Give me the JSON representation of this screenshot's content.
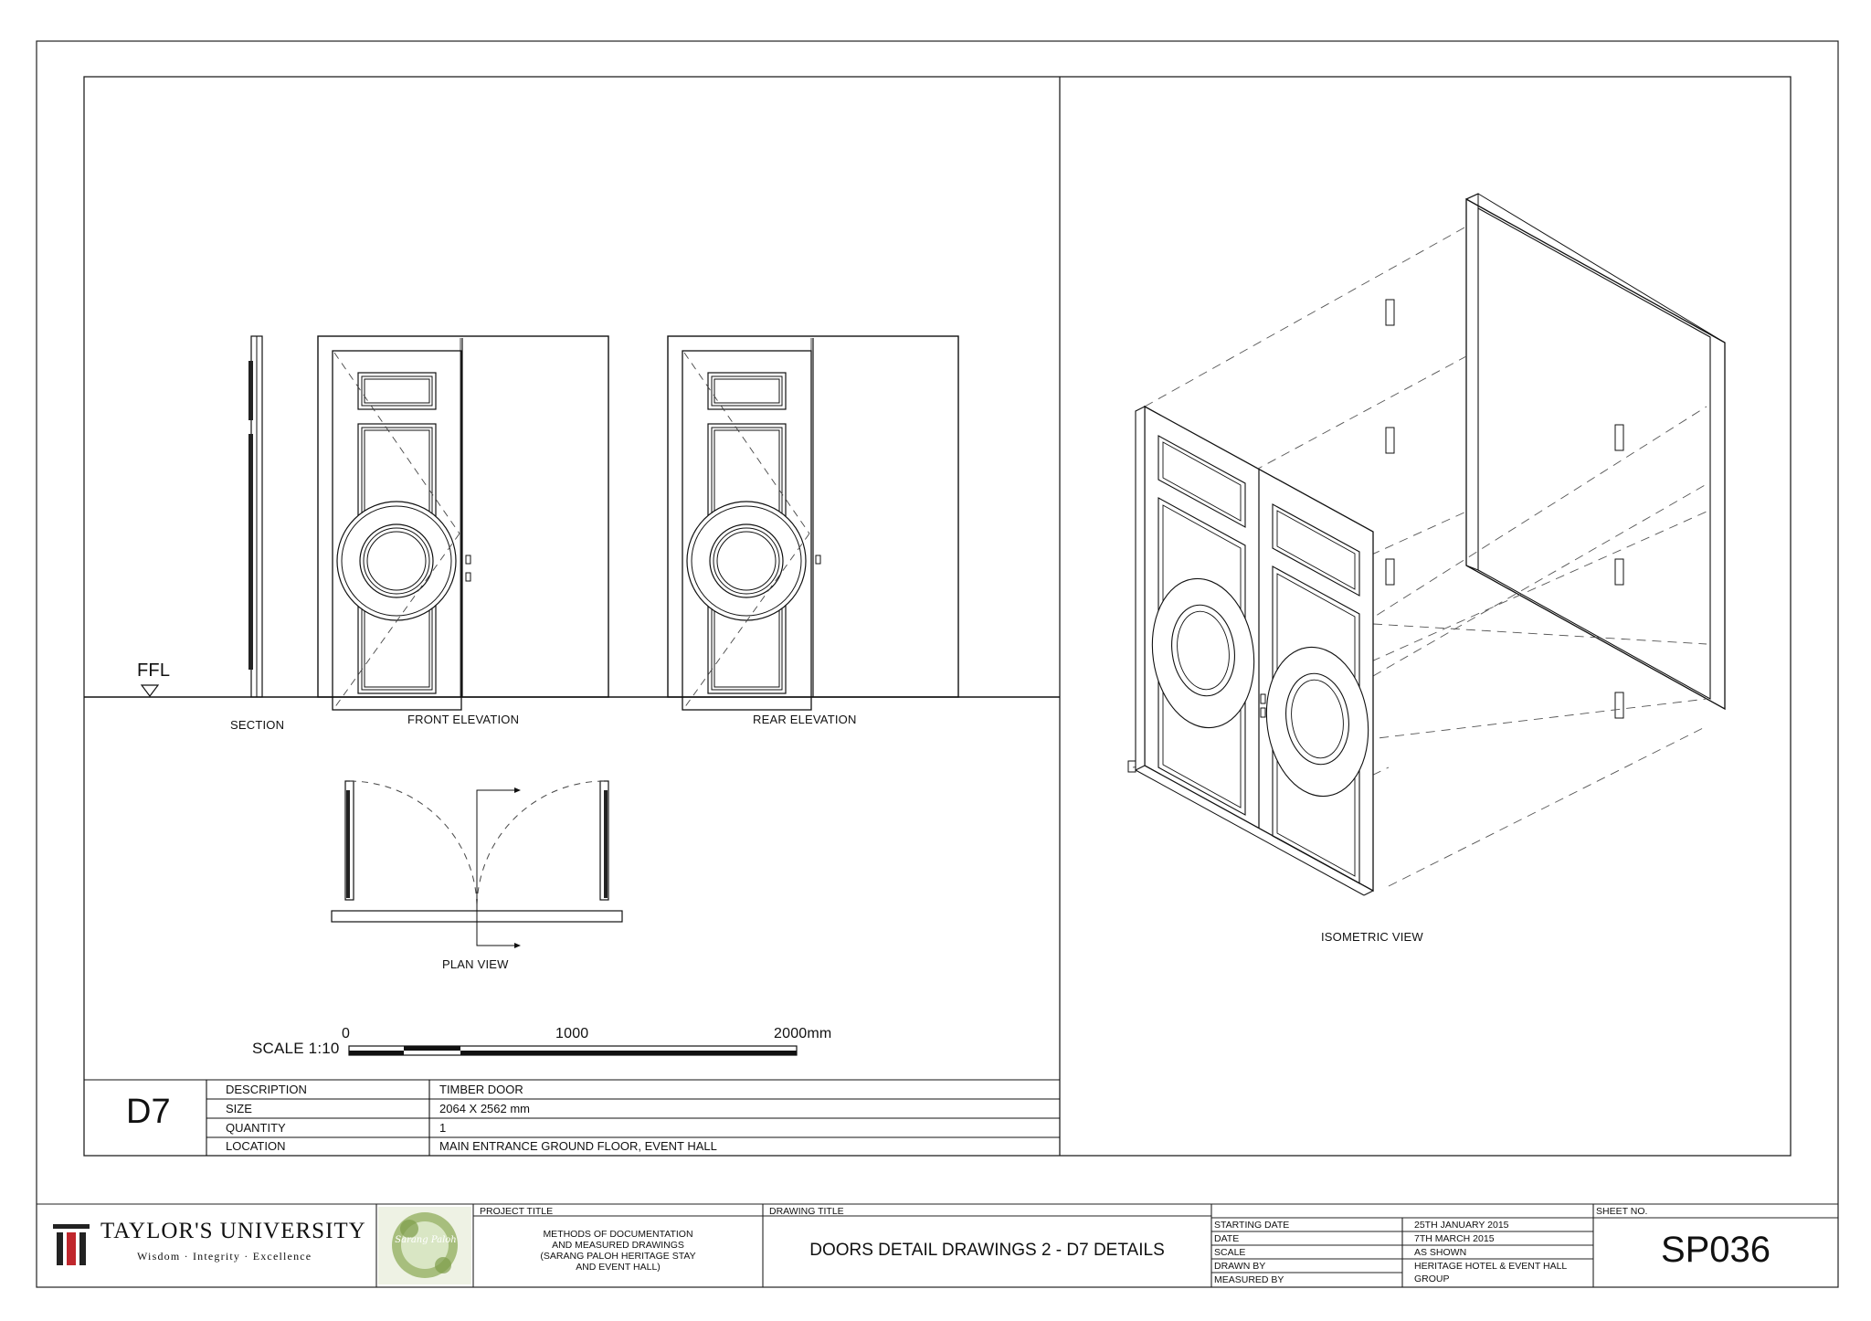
{
  "views": {
    "section": "SECTION",
    "front": "FRONT ELEVATION",
    "rear": "REAR ELEVATION",
    "plan": "PLAN VIEW",
    "iso": "ISOMETRIC VIEW",
    "ffl": "FFL"
  },
  "scale_bar": {
    "label": "SCALE 1:10",
    "tick0": "0",
    "tick1": "1000",
    "tick2": "2000mm"
  },
  "schedule": {
    "code": "D7",
    "rows": [
      {
        "key": "DESCRIPTION",
        "value": "TIMBER DOOR"
      },
      {
        "key": "SIZE",
        "value": "2064 X 2562 mm"
      },
      {
        "key": "QUANTITY",
        "value": "1"
      },
      {
        "key": "LOCATION",
        "value": "MAIN ENTRANCE GROUND FLOOR, EVENT HALL"
      }
    ]
  },
  "title_block": {
    "university": "TAYLOR'S UNIVERSITY",
    "motto": "Wisdom · Integrity · Excellence",
    "seal_text": "Sarang Paloh",
    "project_title_label": "PROJECT TITLE",
    "project_title_lines": [
      "METHODS OF DOCUMENTATION",
      "AND MEASURED DRAWINGS",
      "(SARANG PALOH HERITAGE STAY",
      "AND EVENT HALL)"
    ],
    "drawing_title_label": "DRAWING TITLE",
    "drawing_title": "DOORS DETAIL DRAWINGS 2 - D7 DETAILS",
    "info": [
      {
        "key": "STARTING DATE",
        "value": "25TH JANUARY 2015"
      },
      {
        "key": "DATE",
        "value": "7TH MARCH 2015"
      },
      {
        "key": "SCALE",
        "value": "AS SHOWN"
      },
      {
        "key": "DRAWN BY",
        "value": "HERITAGE HOTEL & EVENT HALL"
      },
      {
        "key": "MEASURED BY",
        "value": "GROUP"
      }
    ],
    "sheet_no_label": "SHEET NO.",
    "sheet_no": "SP036"
  }
}
